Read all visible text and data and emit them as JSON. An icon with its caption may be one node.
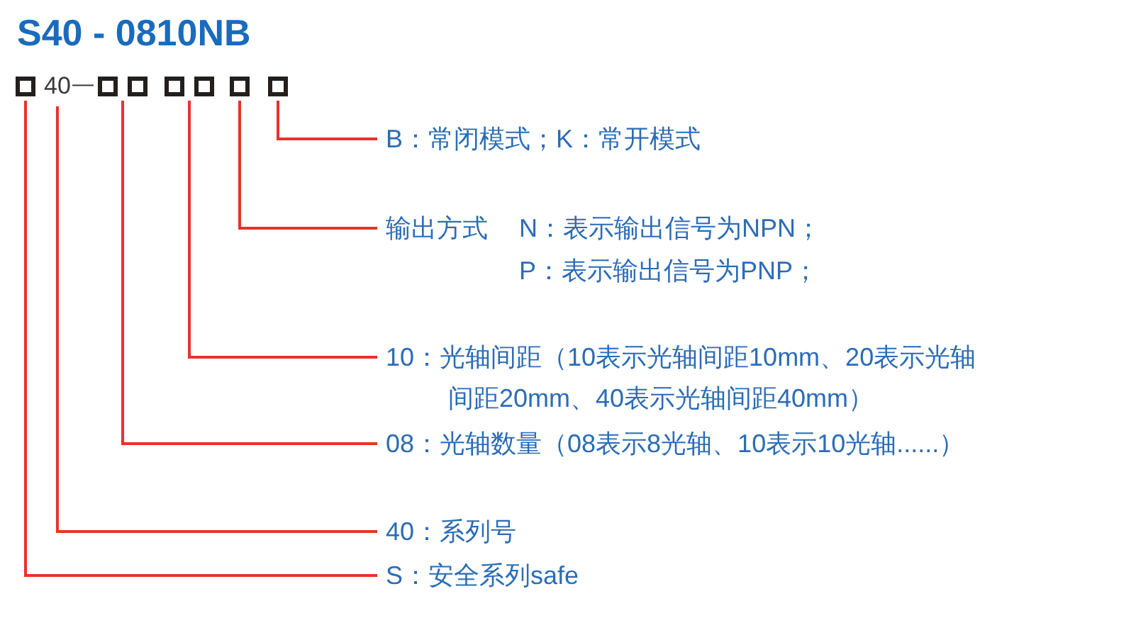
{
  "diagram": {
    "title": "S40 - 0810NB",
    "nodes": [
      {
        "text": [],
        "shape": "box"
      },
      {
        "text": [
          "40"
        ]
      },
      {
        "text": [],
        "shape": "box"
      },
      {
        "text": [],
        "shape": "box"
      },
      {
        "text": [],
        "shape": "box"
      },
      {
        "text": [],
        "shape": "box"
      },
      {
        "text": [],
        "shape": "box"
      },
      {
        "text": [],
        "shape": "box"
      },
      {
        "text": [
          "B：常闭模式；K：常开模式"
        ]
      },
      {
        "text": [
          "输出方式",
          "N：表示输出信号为NPN；",
          "P：表示输出信号为PNP；"
        ]
      },
      {
        "text": [
          "10：光轴间距（10表示光轴间距10mm、20表示光轴间距20mm、40表示光轴间距40mm）"
        ]
      },
      {
        "text": [
          "08：光轴数量（08表示8光轴、10表示10光轴......）"
        ]
      },
      {
        "text": [
          "40：系列号"
        ]
      },
      {
        "text": [
          "S：安全系列safe"
        ]
      }
    ],
    "edges": [
      {
        "from": 7,
        "to": 8,
        "arrow": "none"
      },
      {
        "from": 6,
        "to": 9,
        "arrow": "none"
      },
      {
        "from": 4,
        "to": 10,
        "arrow": "none"
      },
      {
        "from": 5,
        "to": 10,
        "arrow": "none"
      },
      {
        "from": 2,
        "to": 11,
        "arrow": "none"
      },
      {
        "from": 3,
        "to": 11,
        "arrow": "none"
      },
      {
        "from": 1,
        "to": 12,
        "arrow": "none"
      },
      {
        "from": 0,
        "to": 13,
        "arrow": "none"
      }
    ],
    "labels": [
      "—"
    ]
  }
}
